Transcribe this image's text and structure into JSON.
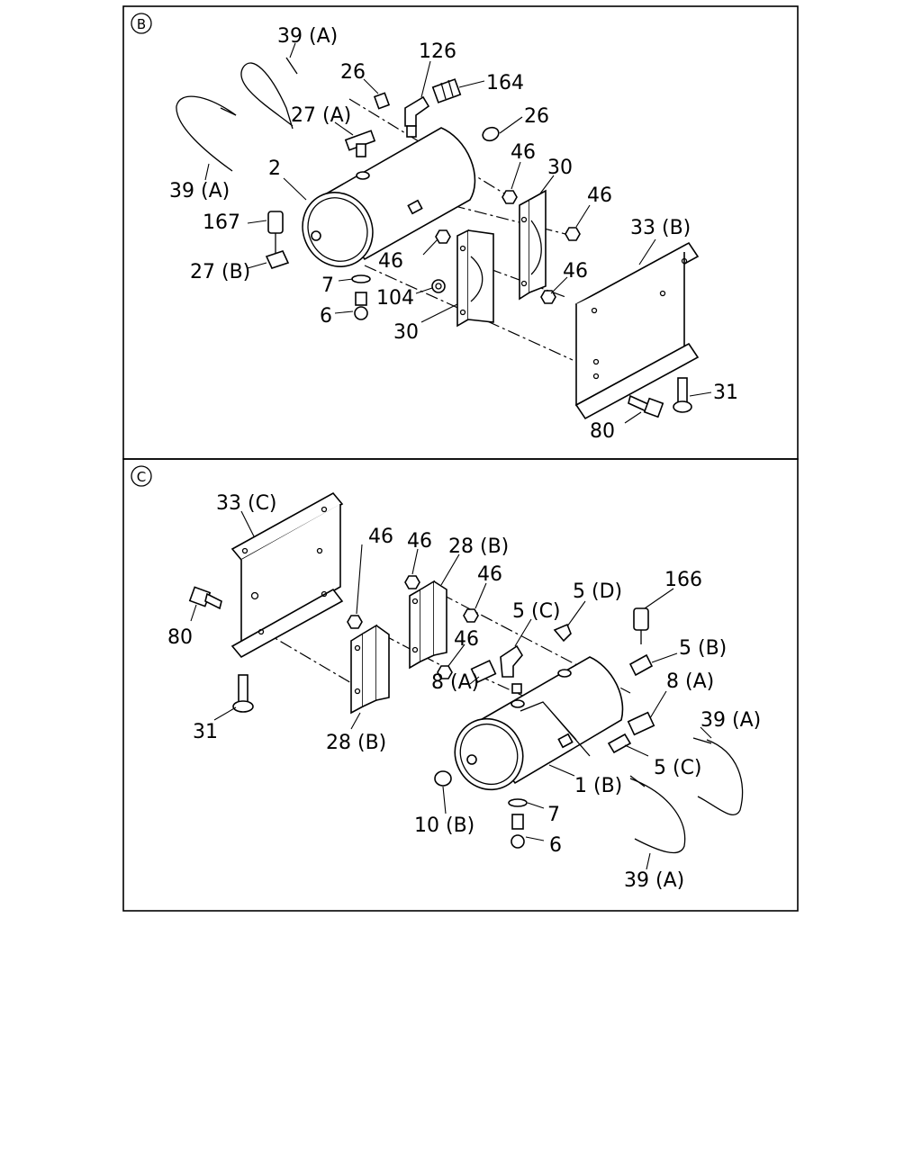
{
  "sections": [
    {
      "marker": "B",
      "labels": [
        "39 (A)",
        "126",
        "26",
        "164",
        "27 (A)",
        "26",
        "46",
        "30",
        "39 (A)",
        "2",
        "46",
        "33 (B)",
        "167",
        "27 (B)",
        "46",
        "46",
        "7",
        "104",
        "6",
        "30",
        "31",
        "80"
      ]
    },
    {
      "marker": "C",
      "labels": [
        "33 (C)",
        "46",
        "46",
        "28 (B)",
        "46",
        "166",
        "5 (D)",
        "5 (C)",
        "5 (B)",
        "46",
        "80",
        "8 (A)",
        "8 (A)",
        "39 (A)",
        "5 (C)",
        "31",
        "28 (B)",
        "1 (B)",
        "7",
        "10 (B)",
        "6",
        "39 (A)"
      ]
    }
  ]
}
